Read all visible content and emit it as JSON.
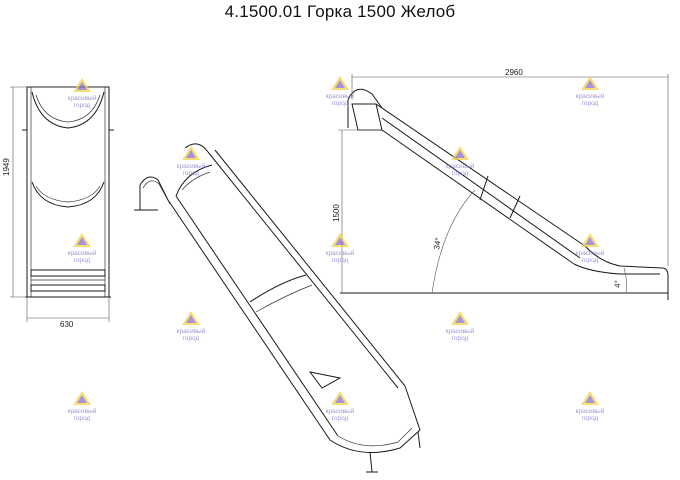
{
  "title": "4.1500.01 Горка 1500 Желоб",
  "dimensions": {
    "front_height": "1949",
    "front_width": "630",
    "side_length": "2960",
    "side_height": "1500",
    "slide_angle": "34°",
    "exit_angle": "4°"
  },
  "watermark": {
    "line1": "красивый",
    "line2": "город",
    "colors": {
      "purple": "#8a6fc8",
      "yellow": "#f2d24b"
    }
  },
  "colors": {
    "line": "#1a1a1a",
    "background": "#ffffff"
  }
}
